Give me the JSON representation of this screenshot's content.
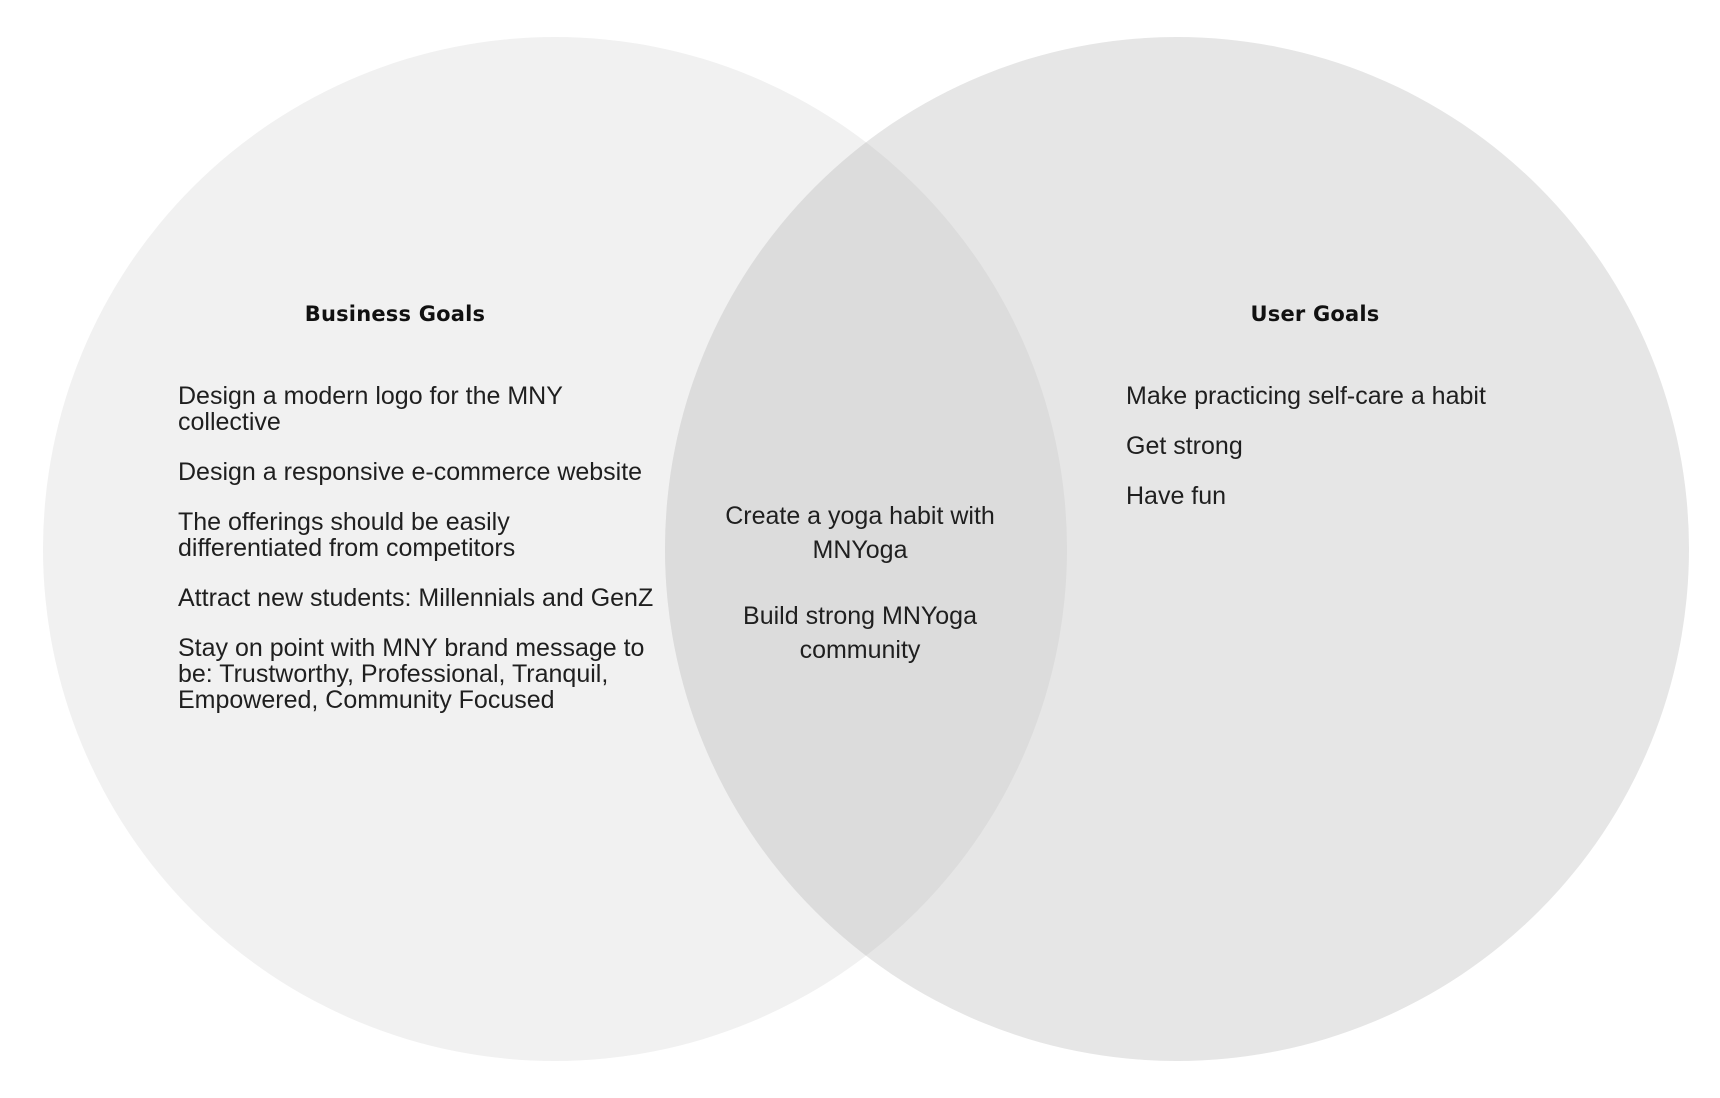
{
  "diagram": {
    "type": "venn",
    "colors": {
      "left_circle": "#f1f1f1",
      "right_circle": "#e6e6e6",
      "overlap": "#dcdcdc"
    },
    "left": {
      "heading": "Business Goals",
      "items": [
        "Design a modern logo for the MNY collective",
        "Design a responsive e-commerce website",
        "The offerings should be easily differentiated from competitors",
        "Attract new students: Millennials and GenZ",
        "Stay on point with MNY brand message to be: Trustworthy, Professional, Tranquil, Empowered, Community Focused"
      ]
    },
    "overlap": {
      "items": [
        "Create a yoga habit with MNYoga",
        "Build strong MNYoga community"
      ]
    },
    "right": {
      "heading": "User Goals",
      "items": [
        "Make practicing self-care a habit",
        "Get strong",
        "Have fun"
      ]
    }
  }
}
